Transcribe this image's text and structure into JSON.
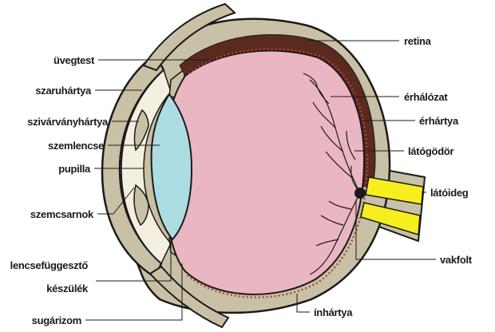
{
  "labels": {
    "uvegtest": "üvegtest",
    "szaruhartya": "szaruhártya",
    "szivarvanyhartya": "szivárványhártya",
    "szemlencse": "szemlencse",
    "pupilla": "pupilla",
    "szemcsarnok": "szemcsarnok",
    "lencsefuggeszto_1": "lencsefüggesztő",
    "lencsefuggeszto_2": "készülék",
    "sugarizom": "sugárizom",
    "retina": "retina",
    "erhalozat": "érhálózat",
    "erhartya": "érhártya",
    "latogodor": "látógödör",
    "latoideg": "látóideg",
    "vakfolt": "vakfolt",
    "inhartya": "ínhártya"
  },
  "colors": {
    "sclera": "#c9c1a5",
    "vitreous": "#eab6c2",
    "lens": "#acdde3",
    "choroid": "#5a2a1e",
    "nerve": "#f7ee1e",
    "cornea_fill": "#f4efe0",
    "outline": "#1a1a1a"
  }
}
